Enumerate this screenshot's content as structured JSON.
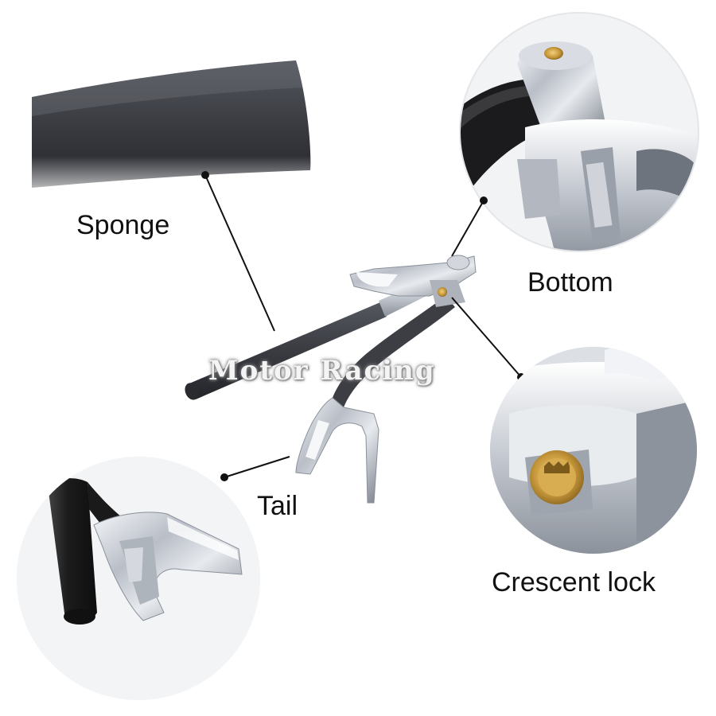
{
  "labels": {
    "sponge": "Sponge",
    "bottom": "Bottom",
    "tail": "Tail",
    "crescent_lock": "Crescent lock"
  },
  "watermark": "Motor Racing",
  "colors": {
    "background": "#ffffff",
    "sponge_grip": "#3f4147",
    "chrome": "#c9ced6",
    "brass": "#c99a3c",
    "label_text": "#111111"
  }
}
